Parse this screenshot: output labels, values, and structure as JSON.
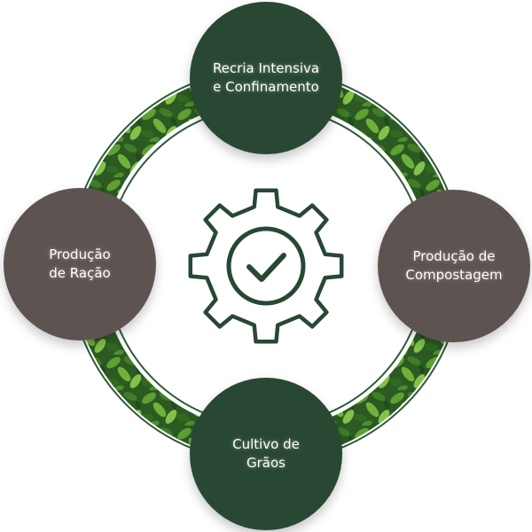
{
  "colors": {
    "dark_green": "#284834",
    "brown_gray": "#5d5451",
    "ring_outline": "#2f5a3a",
    "foliage_dark": "#1f4a1c",
    "foliage_light": "#5ea032",
    "white": "#ffffff"
  },
  "center_icon": "gear-check-icon",
  "nodes": {
    "top": "Recria Intensiva\ne Confinamento",
    "right": "Produção de\nCompostagem",
    "bottom": "Cultivo de\nGrãos",
    "left": "Produção\nde Ração"
  }
}
